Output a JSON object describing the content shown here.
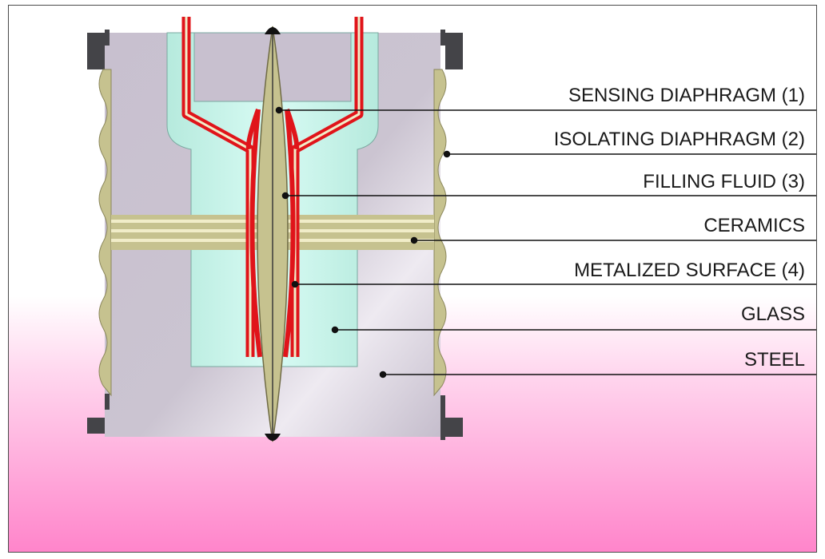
{
  "diagram": {
    "labels": [
      "SENSING DIAPHRAGM (1)",
      "ISOLATING DIAPHRAGM (2)",
      "FILLING FLUID (3)",
      "CERAMICS",
      "METALIZED SURFACE (4)",
      "GLASS",
      "STEEL"
    ]
  },
  "colors": {
    "steel": "#c9c2cf",
    "glass": "#c5f3ea",
    "ceramic": "#c6c28f",
    "metal": "#e0141a",
    "gradient_bottom": "#ff8ccc",
    "gasket": "#444448"
  }
}
